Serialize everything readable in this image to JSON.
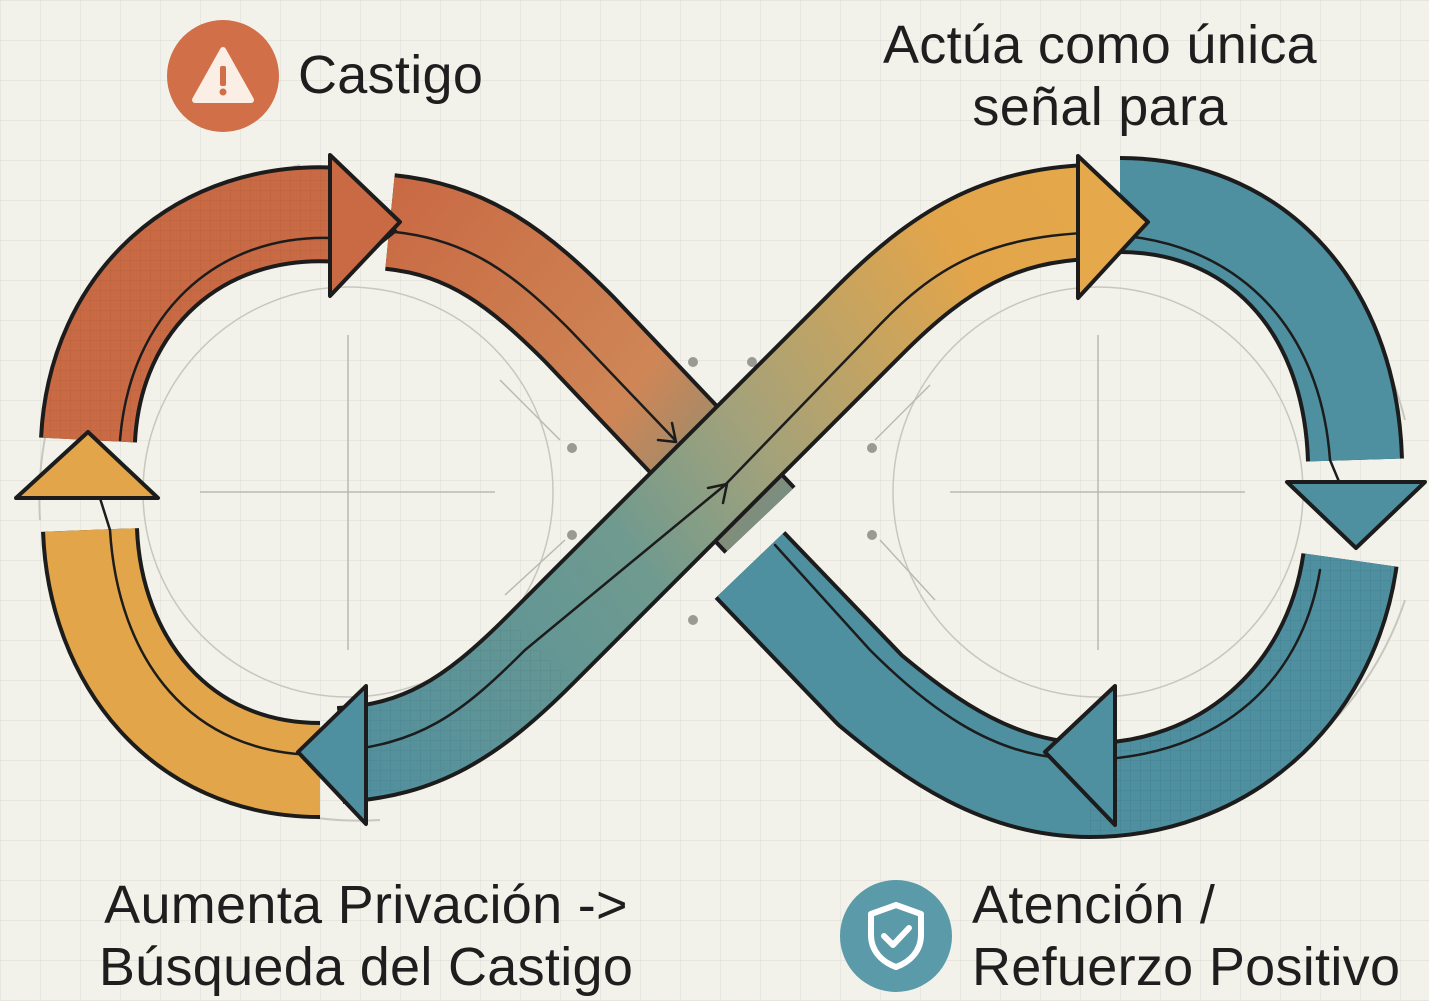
{
  "labels": {
    "top_left": "Castigo",
    "top_right": {
      "line1": "Actúa como única",
      "line2": "señal para"
    },
    "bottom_left": {
      "line1": "Aumenta Privación ->",
      "line2": "Búsqueda del Castigo"
    },
    "bottom_right": {
      "line1": "Atención /",
      "line2": "Refuerzo Positivo"
    }
  },
  "icons": {
    "top_left": "warning-icon",
    "bottom_right": "shield-check-icon"
  },
  "colors": {
    "background": "#f3f2ea",
    "grid": "#dedfd8",
    "punishment": "#c96a44",
    "orange": "#e3a54a",
    "teal": "#4e8fa0",
    "olive": "#8f9774",
    "outline": "#1c1c1c"
  }
}
